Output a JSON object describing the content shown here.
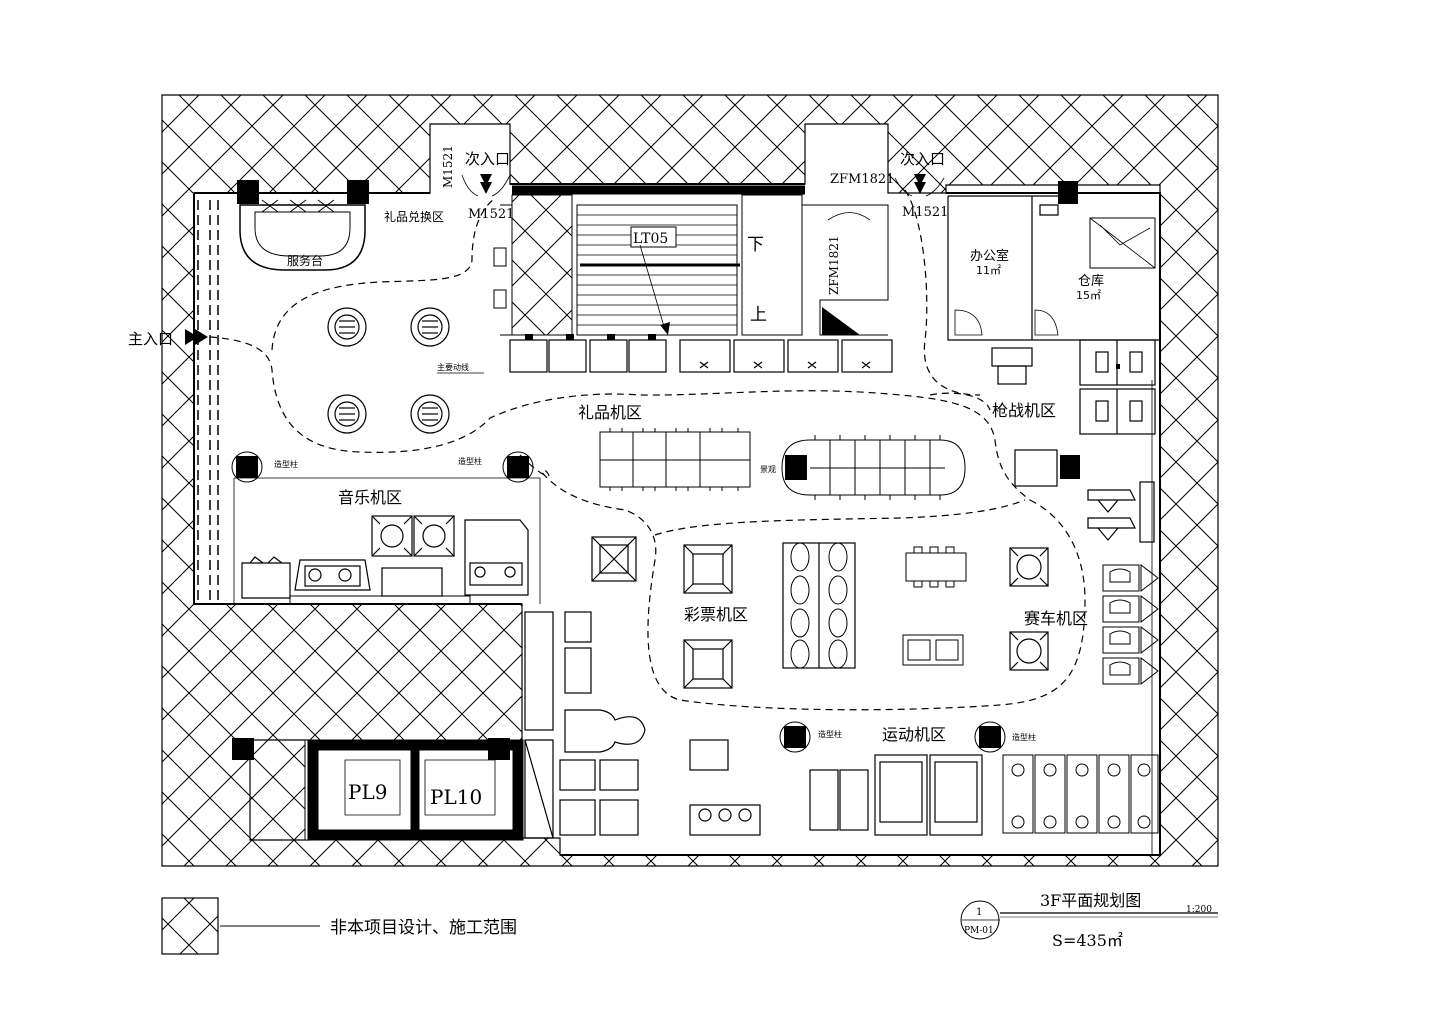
{
  "zones": {
    "gift_exchange": "礼品兑换区",
    "service_desk": "服务台",
    "main_entrance": "主入口",
    "secondary_entrance_left": "次入口",
    "secondary_entrance_right": "次入口",
    "main_route": "主要动线",
    "gift_machine": "礼品机区",
    "music_machine": "音乐机区",
    "lottery_machine": "彩票机区",
    "racing_machine": "赛车机区",
    "sports_machine": "运动机区",
    "gun_machine": "枪战机区",
    "view": "景观",
    "office": {
      "name": "办公室",
      "area": "11㎡"
    },
    "storage": {
      "name": "仓库",
      "area": "15㎡"
    }
  },
  "columns": {
    "label": "造型柱"
  },
  "doors": {
    "m1521_left": "M1521",
    "m1521_right": "M1521",
    "m1521_vertical": "M1521",
    "zfm_horizontal": "ZFM1821",
    "zfm_vertical": "ZFM1821"
  },
  "stair": {
    "code": "LT05",
    "down": "下",
    "up": "上"
  },
  "elevators": {
    "pl9": "PL9",
    "pl10": "PL10"
  },
  "legend": {
    "text": "非本项目设计、施工范围"
  },
  "title_block": {
    "title": "3F平面规划图",
    "scale": "1:200",
    "number": "1",
    "sheet": "PM-01",
    "area": "S=435㎡"
  }
}
